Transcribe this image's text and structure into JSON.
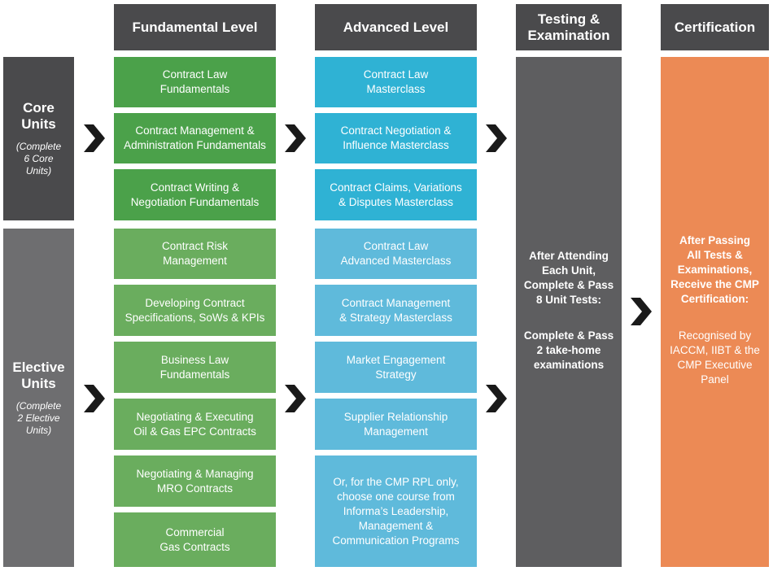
{
  "headers": {
    "fundamental": "Fundamental Level",
    "advanced": "Advanced Level",
    "testing": "Testing &\nExamination",
    "certification": "Certification"
  },
  "core": {
    "title": "Core\nUnits",
    "subtitle": "(Complete\n6 Core\nUnits)"
  },
  "elective": {
    "title": "Elective\nUnits",
    "subtitle": "(Complete\n2 Elective\nUnits)"
  },
  "fundamental_core": [
    "Contract Law\nFundamentals",
    "Contract Management &\nAdministration Fundamentals",
    "Contract Writing &\nNegotiation Fundamentals"
  ],
  "fundamental_elective": [
    "Contract Risk\nManagement",
    "Developing Contract\nSpecifications, SoWs & KPIs",
    "Business Law\nFundamentals",
    "Negotiating & Executing\nOil & Gas EPC Contracts",
    "Negotiating & Managing\nMRO Contracts",
    "Commercial\nGas Contracts"
  ],
  "advanced_core": [
    "Contract Law\nMasterclass",
    "Contract Negotiation &\nInfluence Masterclass",
    "Contract Claims, Variations\n& Disputes Masterclass"
  ],
  "advanced_elective": [
    "Contract Law\nAdvanced Masterclass",
    "Contract Management\n& Strategy Masterclass",
    "Market Engagement\nStrategy",
    "Supplier Relationship\nManagement",
    "Or, for the CMP RPL only,\nchoose one course from\nInforma’s Leadership,\nManagement &\nCommunication Programs"
  ],
  "testing": {
    "text1": "After Attending\nEach Unit,\nComplete & Pass\n8 Unit Tests:",
    "text2": "Complete & Pass\n2 take-home\nexaminations"
  },
  "certification": {
    "text1": "After Passing\nAll Tests &\nExaminations,\nReceive the CMP\nCertification:",
    "text2": "Recognised by\nIACCM, IIBT & the\nCMP Executive\nPanel"
  },
  "colors": {
    "header_bg": "#4a4a4c",
    "core_side": "#4a4a4c",
    "elective_side": "#6e6e70",
    "green_core": "#4ba14a",
    "green_elective": "#6aad5e",
    "blue_core": "#2fb2d4",
    "blue_elective": "#5fbadb",
    "testing": "#5e5e60",
    "certification": "#ec8a55",
    "arrow": "#1a1a1a"
  }
}
